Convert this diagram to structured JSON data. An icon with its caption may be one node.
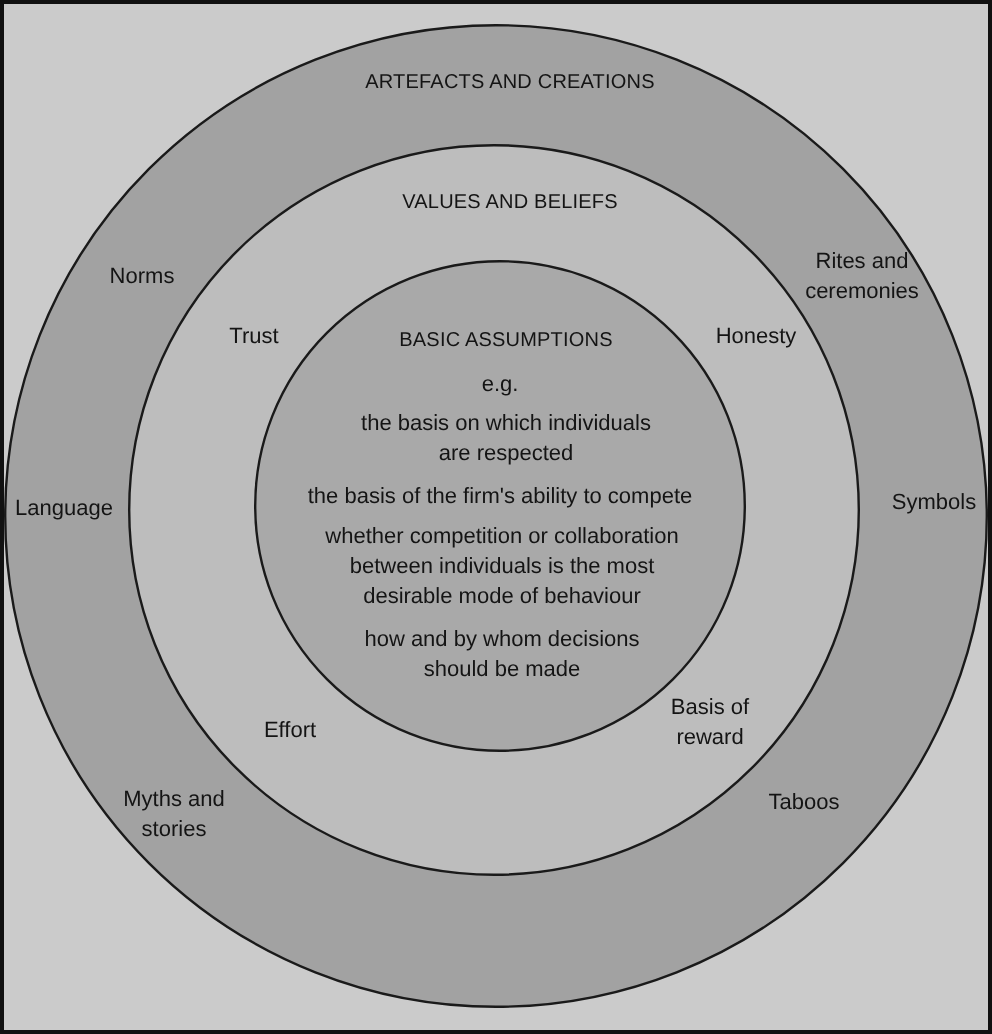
{
  "diagram": {
    "nodes": [
      {
        "text": [
          "ARTEFACTS AND CREATIONS",
          "Norms",
          "Rites and ceremonies",
          "Language",
          "Symbols",
          "Myths and stories",
          "Taboos"
        ]
      },
      {
        "text": [
          "VALUES AND BELIEFS",
          "Trust",
          "Honesty",
          "Effort",
          "Basis of reward"
        ],
        "in": 0
      },
      {
        "text": [
          "BASIC ASSUMPTIONS",
          "e.g.",
          "the basis on which individuals are respected",
          "the basis of the firm's ability to compete",
          "whether competition or collaboration between individuals is the most desirable mode of behaviour",
          "how and by whom decisions should be made"
        ],
        "in": 1
      }
    ],
    "edges": []
  }
}
